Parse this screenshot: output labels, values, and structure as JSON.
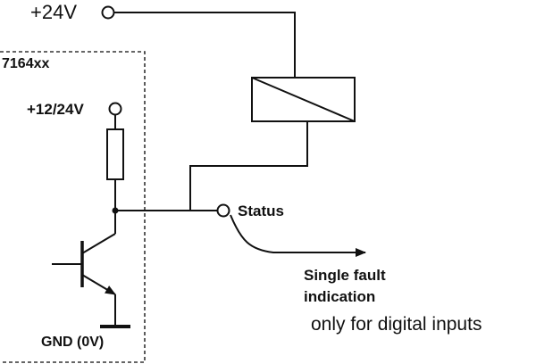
{
  "labels": {
    "supply_24v": "+24V",
    "module_name": "7164xx",
    "supply_12_24v": "+12/24V",
    "status": "Status",
    "single_fault_line1": "Single fault",
    "single_fault_line2": "indication",
    "digital_inputs_note": "only for digital inputs",
    "ground": "GND (0V)"
  },
  "colors": {
    "wire": "#111111",
    "module_border": "#333333",
    "background": "#ffffff"
  },
  "icons": {
    "relay": "relay-coil-icon",
    "resistor": "resistor-icon",
    "transistor": "npn-transistor-icon",
    "terminal": "terminal-circle-icon",
    "ground": "ground-icon",
    "arrow": "arrow-icon"
  }
}
